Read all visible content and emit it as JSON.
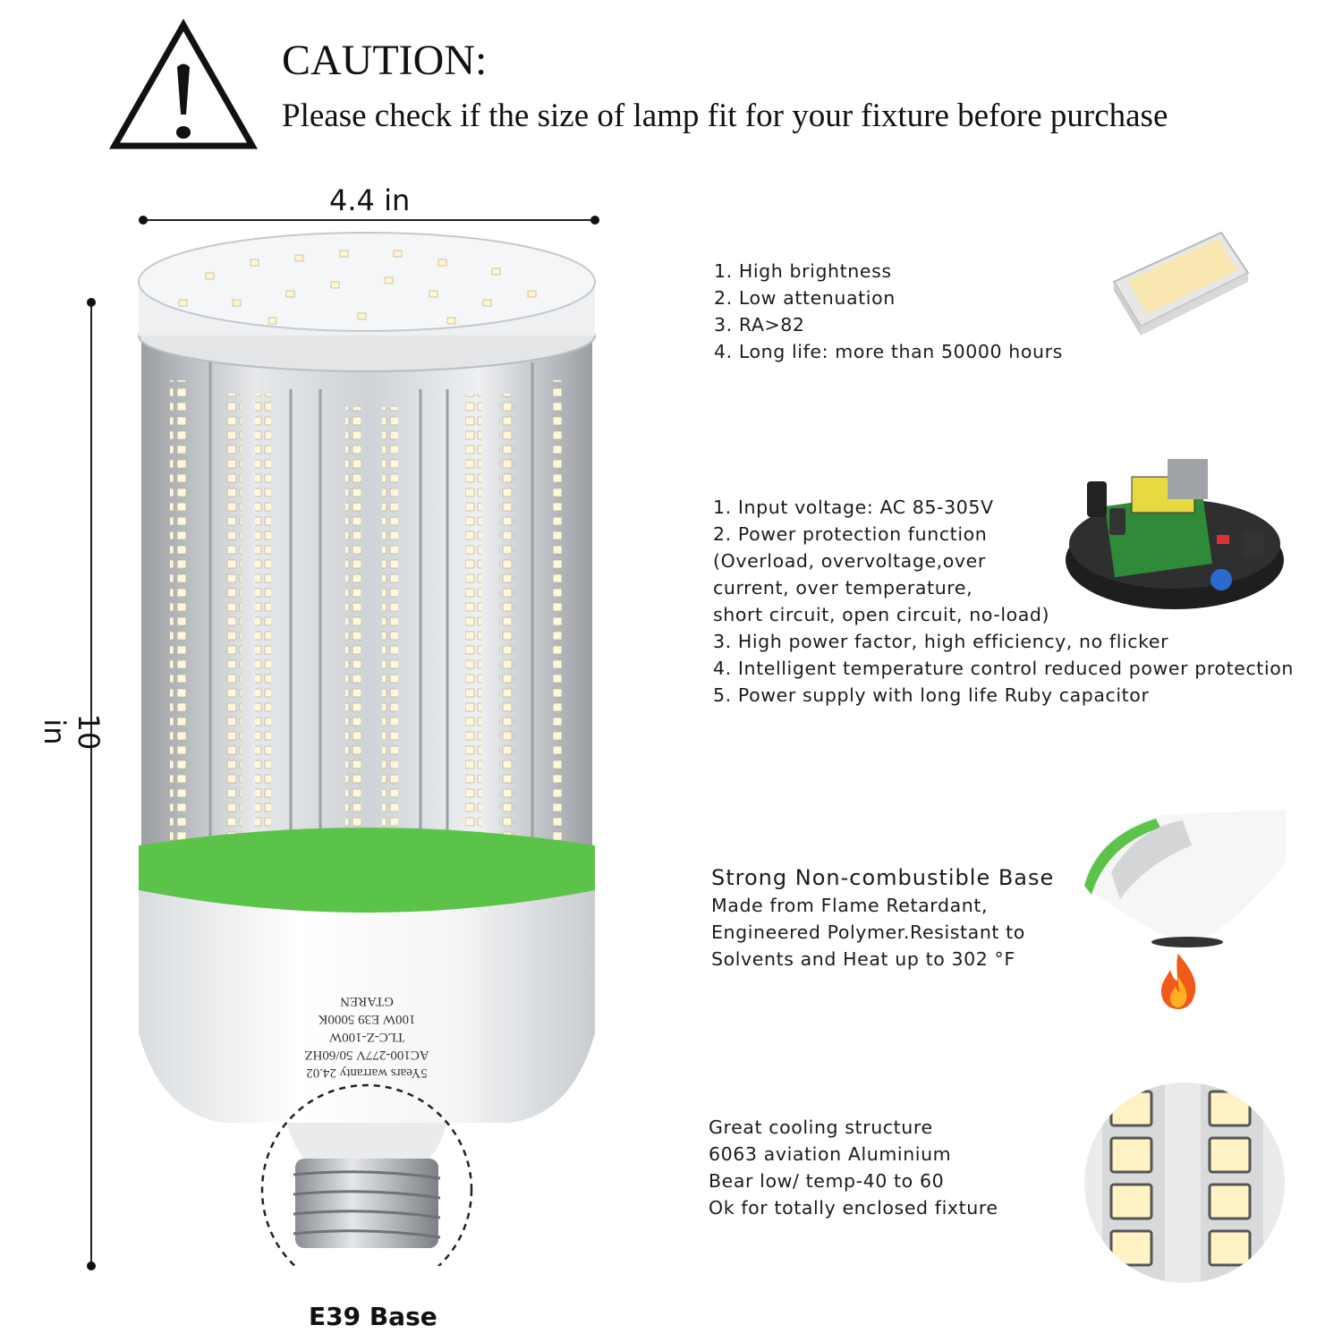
{
  "caution": {
    "title": "CAUTION:",
    "subtitle": "Please check if the size of lamp fit for your fixture before purchase"
  },
  "dimensions": {
    "width_label": "4.4 in",
    "height_label": "10 in"
  },
  "base_label": "E39 Base",
  "lamp_print": {
    "line1": "5Years warranty 24.02",
    "line2": "AC100-277V 50/60HZ",
    "line3": "TLC-Z-100W",
    "line4": "100W E39 5000K",
    "line5": "GTAREN"
  },
  "features": {
    "led": [
      "1. High brightness",
      "2. Low attenuation",
      "3. RA>82",
      "4. Long life: more than 50000 hours"
    ],
    "driver": [
      "1. Input voltage: AC 85-305V",
      "2. Power protection function",
      "(Overload, overvoltage,over",
      "current, over temperature,",
      "short circuit, open circuit, no-load)",
      "3. High power factor, high efficiency, no flicker",
      "4. Intelligent temperature control reduced power protection",
      "5. Power supply with long life Ruby capacitor"
    ],
    "base": {
      "heading": "Strong Non-combustible Base",
      "lines": [
        "Made from Flame Retardant,",
        "Engineered Polymer.Resistant to",
        "Solvents and Heat up to 302 °F"
      ]
    },
    "cooling": [
      "Great cooling structure",
      "6063 aviation Aluminium",
      "Bear low/ temp-40 to 60",
      "Ok for totally enclosed fixture"
    ]
  },
  "colors": {
    "accent_green": "#5cc34a",
    "text": "#1a1a1a",
    "flame": "#f05a1a"
  },
  "icons": [
    "warning-triangle-icon",
    "flame-icon"
  ]
}
